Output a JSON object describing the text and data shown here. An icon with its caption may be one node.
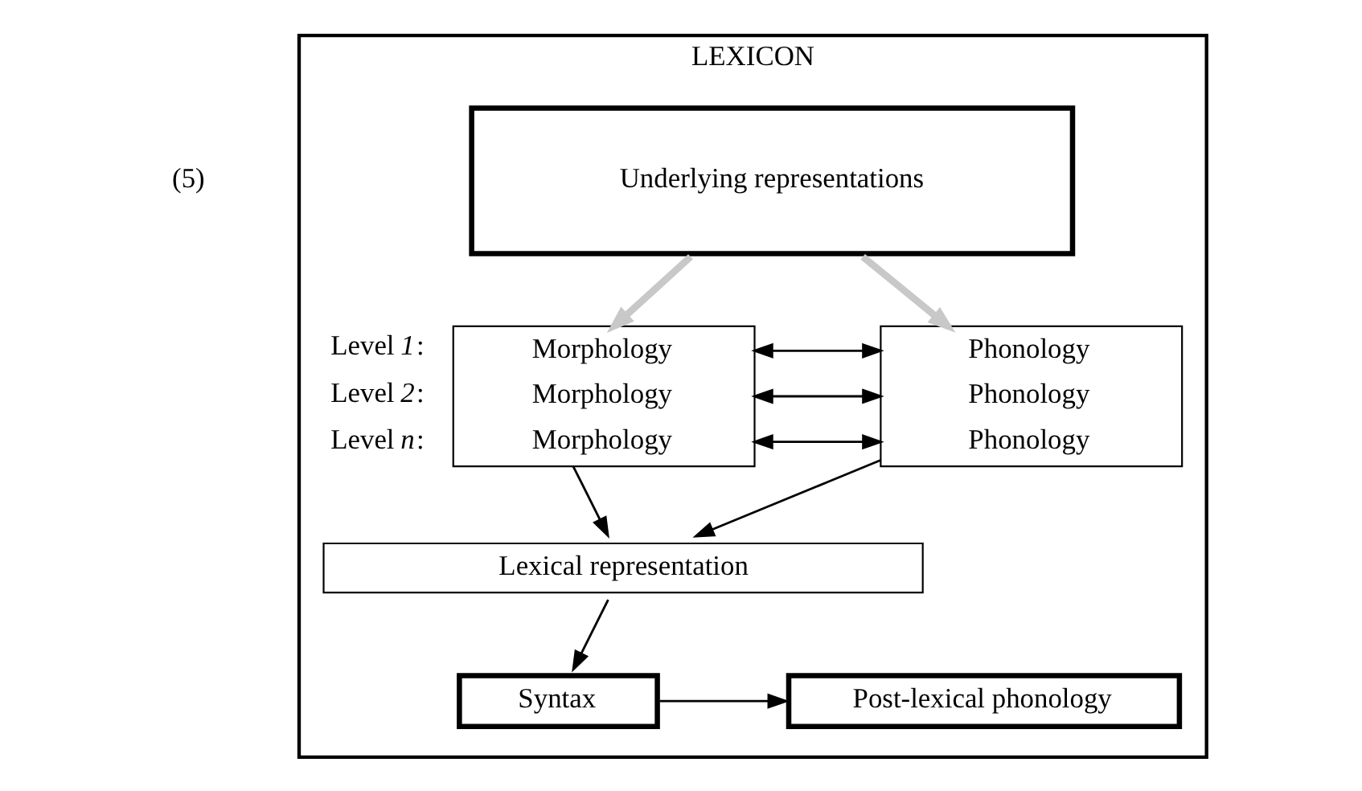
{
  "diagram": {
    "nodes": [
      {
        "text": [
          "LEXICON"
        ]
      },
      {
        "text": [
          "Underlying representations"
        ],
        "in": 0
      },
      {
        "text": [
          "Morphology",
          "Morphology",
          "Morphology"
        ],
        "beside": [
          "Level *1*:",
          "Level *2*:",
          "Level *n*:"
        ],
        "in": 0
      },
      {
        "text": [
          "Phonology",
          "Phonology",
          "Phonology"
        ],
        "in": 0
      },
      {
        "text": [
          "Lexical representation"
        ],
        "in": 0
      },
      {
        "text": [
          "Syntax"
        ],
        "in": 0
      },
      {
        "text": [
          "Post-lexical phonology"
        ],
        "in": 0
      }
    ],
    "edges": [
      {
        "from": 1,
        "to": 2,
        "arrow": "to",
        "style": "thick",
        "color": "#c8c8c8"
      },
      {
        "from": 1,
        "to": 3,
        "arrow": "to",
        "style": "thick",
        "color": "#c8c8c8"
      },
      {
        "from": 2,
        "to": 3,
        "arrow": "both"
      },
      {
        "from": 2,
        "to": 3,
        "arrow": "both"
      },
      {
        "from": 2,
        "to": 3,
        "arrow": "both"
      },
      {
        "from": 2,
        "to": 4,
        "arrow": "to"
      },
      {
        "from": 3,
        "to": 4,
        "arrow": "to"
      },
      {
        "from": 4,
        "to": 5,
        "arrow": "to"
      },
      {
        "from": 5,
        "to": 6,
        "arrow": "to"
      }
    ],
    "labels": [
      "(5)"
    ]
  }
}
